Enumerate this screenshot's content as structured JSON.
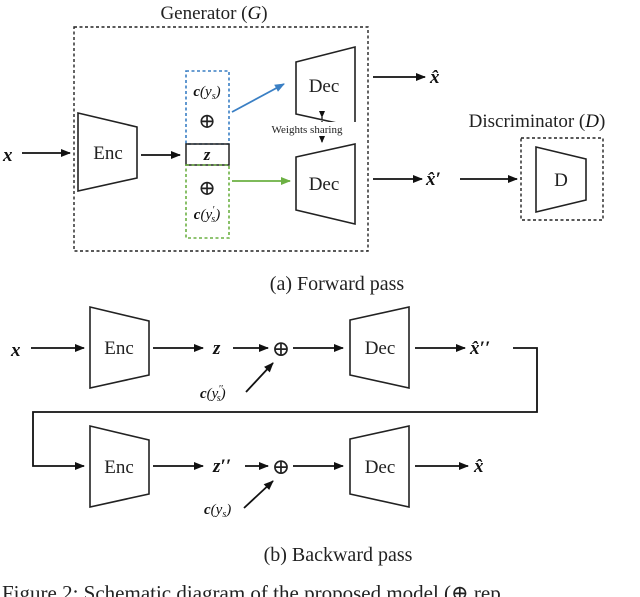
{
  "forward": {
    "generator_title_main": "Generator (",
    "generator_title_sym": "G",
    "generator_title_close": ")",
    "discriminator_title_main": "Discriminator (",
    "discriminator_title_sym": "D",
    "discriminator_title_close": ")",
    "input": "x",
    "enc": "Enc",
    "dec": "Dec",
    "d_block": "D",
    "z": "z",
    "c_ys": "c(ys)",
    "c_ys_prime": "c(y's)",
    "oplus": "⊕",
    "weights_sharing": "Weights sharing",
    "out_top": "x̂",
    "out_bottom": "x̂′",
    "caption": "(a) Forward pass"
  },
  "backward": {
    "input": "x",
    "enc": "Enc",
    "dec": "Dec",
    "z": "z",
    "z_dd": "z′′",
    "c_ys_dd": "c(y''s)",
    "c_ys": "c(ys)",
    "oplus": "⊕",
    "out_mid": "x̂′′",
    "out_final": "x̂",
    "caption": "(b) Backward pass"
  },
  "footer_caption": "Figure 2: Schematic diagram of the proposed model (⊕ rep"
}
